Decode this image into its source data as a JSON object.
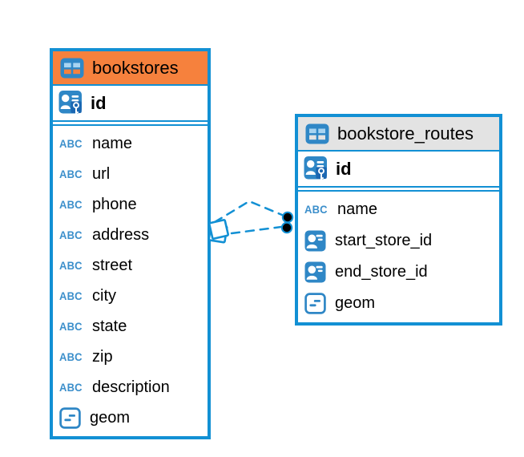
{
  "diagram": {
    "tables": [
      {
        "name": "bookstores",
        "header_color": "#F6813D",
        "primary_key": {
          "name": "id"
        },
        "columns": [
          {
            "name": "name",
            "type_icon": "text"
          },
          {
            "name": "url",
            "type_icon": "text"
          },
          {
            "name": "phone",
            "type_icon": "text"
          },
          {
            "name": "address",
            "type_icon": "text"
          },
          {
            "name": "street",
            "type_icon": "text"
          },
          {
            "name": "city",
            "type_icon": "text"
          },
          {
            "name": "state",
            "type_icon": "text"
          },
          {
            "name": "zip",
            "type_icon": "text"
          },
          {
            "name": "description",
            "type_icon": "text"
          },
          {
            "name": "geom",
            "type_icon": "geometry"
          }
        ]
      },
      {
        "name": "bookstore_routes",
        "header_color": "#E3E3E3",
        "primary_key": {
          "name": "id"
        },
        "columns": [
          {
            "name": "name",
            "type_icon": "text"
          },
          {
            "name": "start_store_id",
            "type_icon": "reference"
          },
          {
            "name": "end_store_id",
            "type_icon": "reference"
          },
          {
            "name": "geom",
            "type_icon": "geometry"
          }
        ]
      }
    ],
    "relationships": [
      {
        "connects": [
          "bookstores",
          "bookstore_routes"
        ],
        "style": "dashed"
      },
      {
        "connects": [
          "bookstores",
          "bookstore_routes"
        ],
        "style": "dashed"
      }
    ],
    "icons": {
      "text_type_label": "ABC"
    },
    "colors": {
      "accent_blue": "#1290D4",
      "icon_blue": "#2F87C6",
      "bookstores_header": "#F6813D",
      "bookstore_routes_header": "#E3E3E3",
      "relationship_dot": "#000000",
      "canvas_background": "#FFFFFF"
    }
  }
}
